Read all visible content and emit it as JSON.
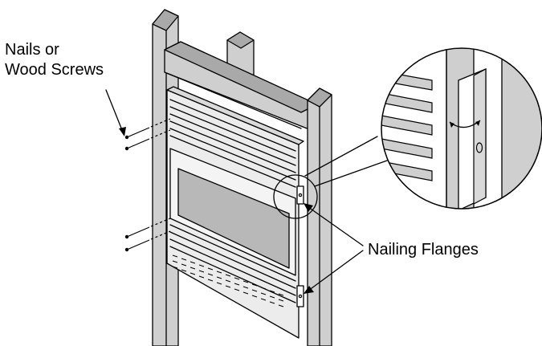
{
  "diagram": {
    "callouts": {
      "nails": [
        "Nails or",
        "Wood Screws"
      ],
      "flanges": "Nailing Flanges"
    },
    "colors": {
      "wood": "#cfcfcf",
      "wood_dark": "#a9a9a9",
      "panel": "#ececec",
      "glass": "#b8b8b8",
      "ink": "#000000",
      "background": "#ffffff"
    }
  }
}
